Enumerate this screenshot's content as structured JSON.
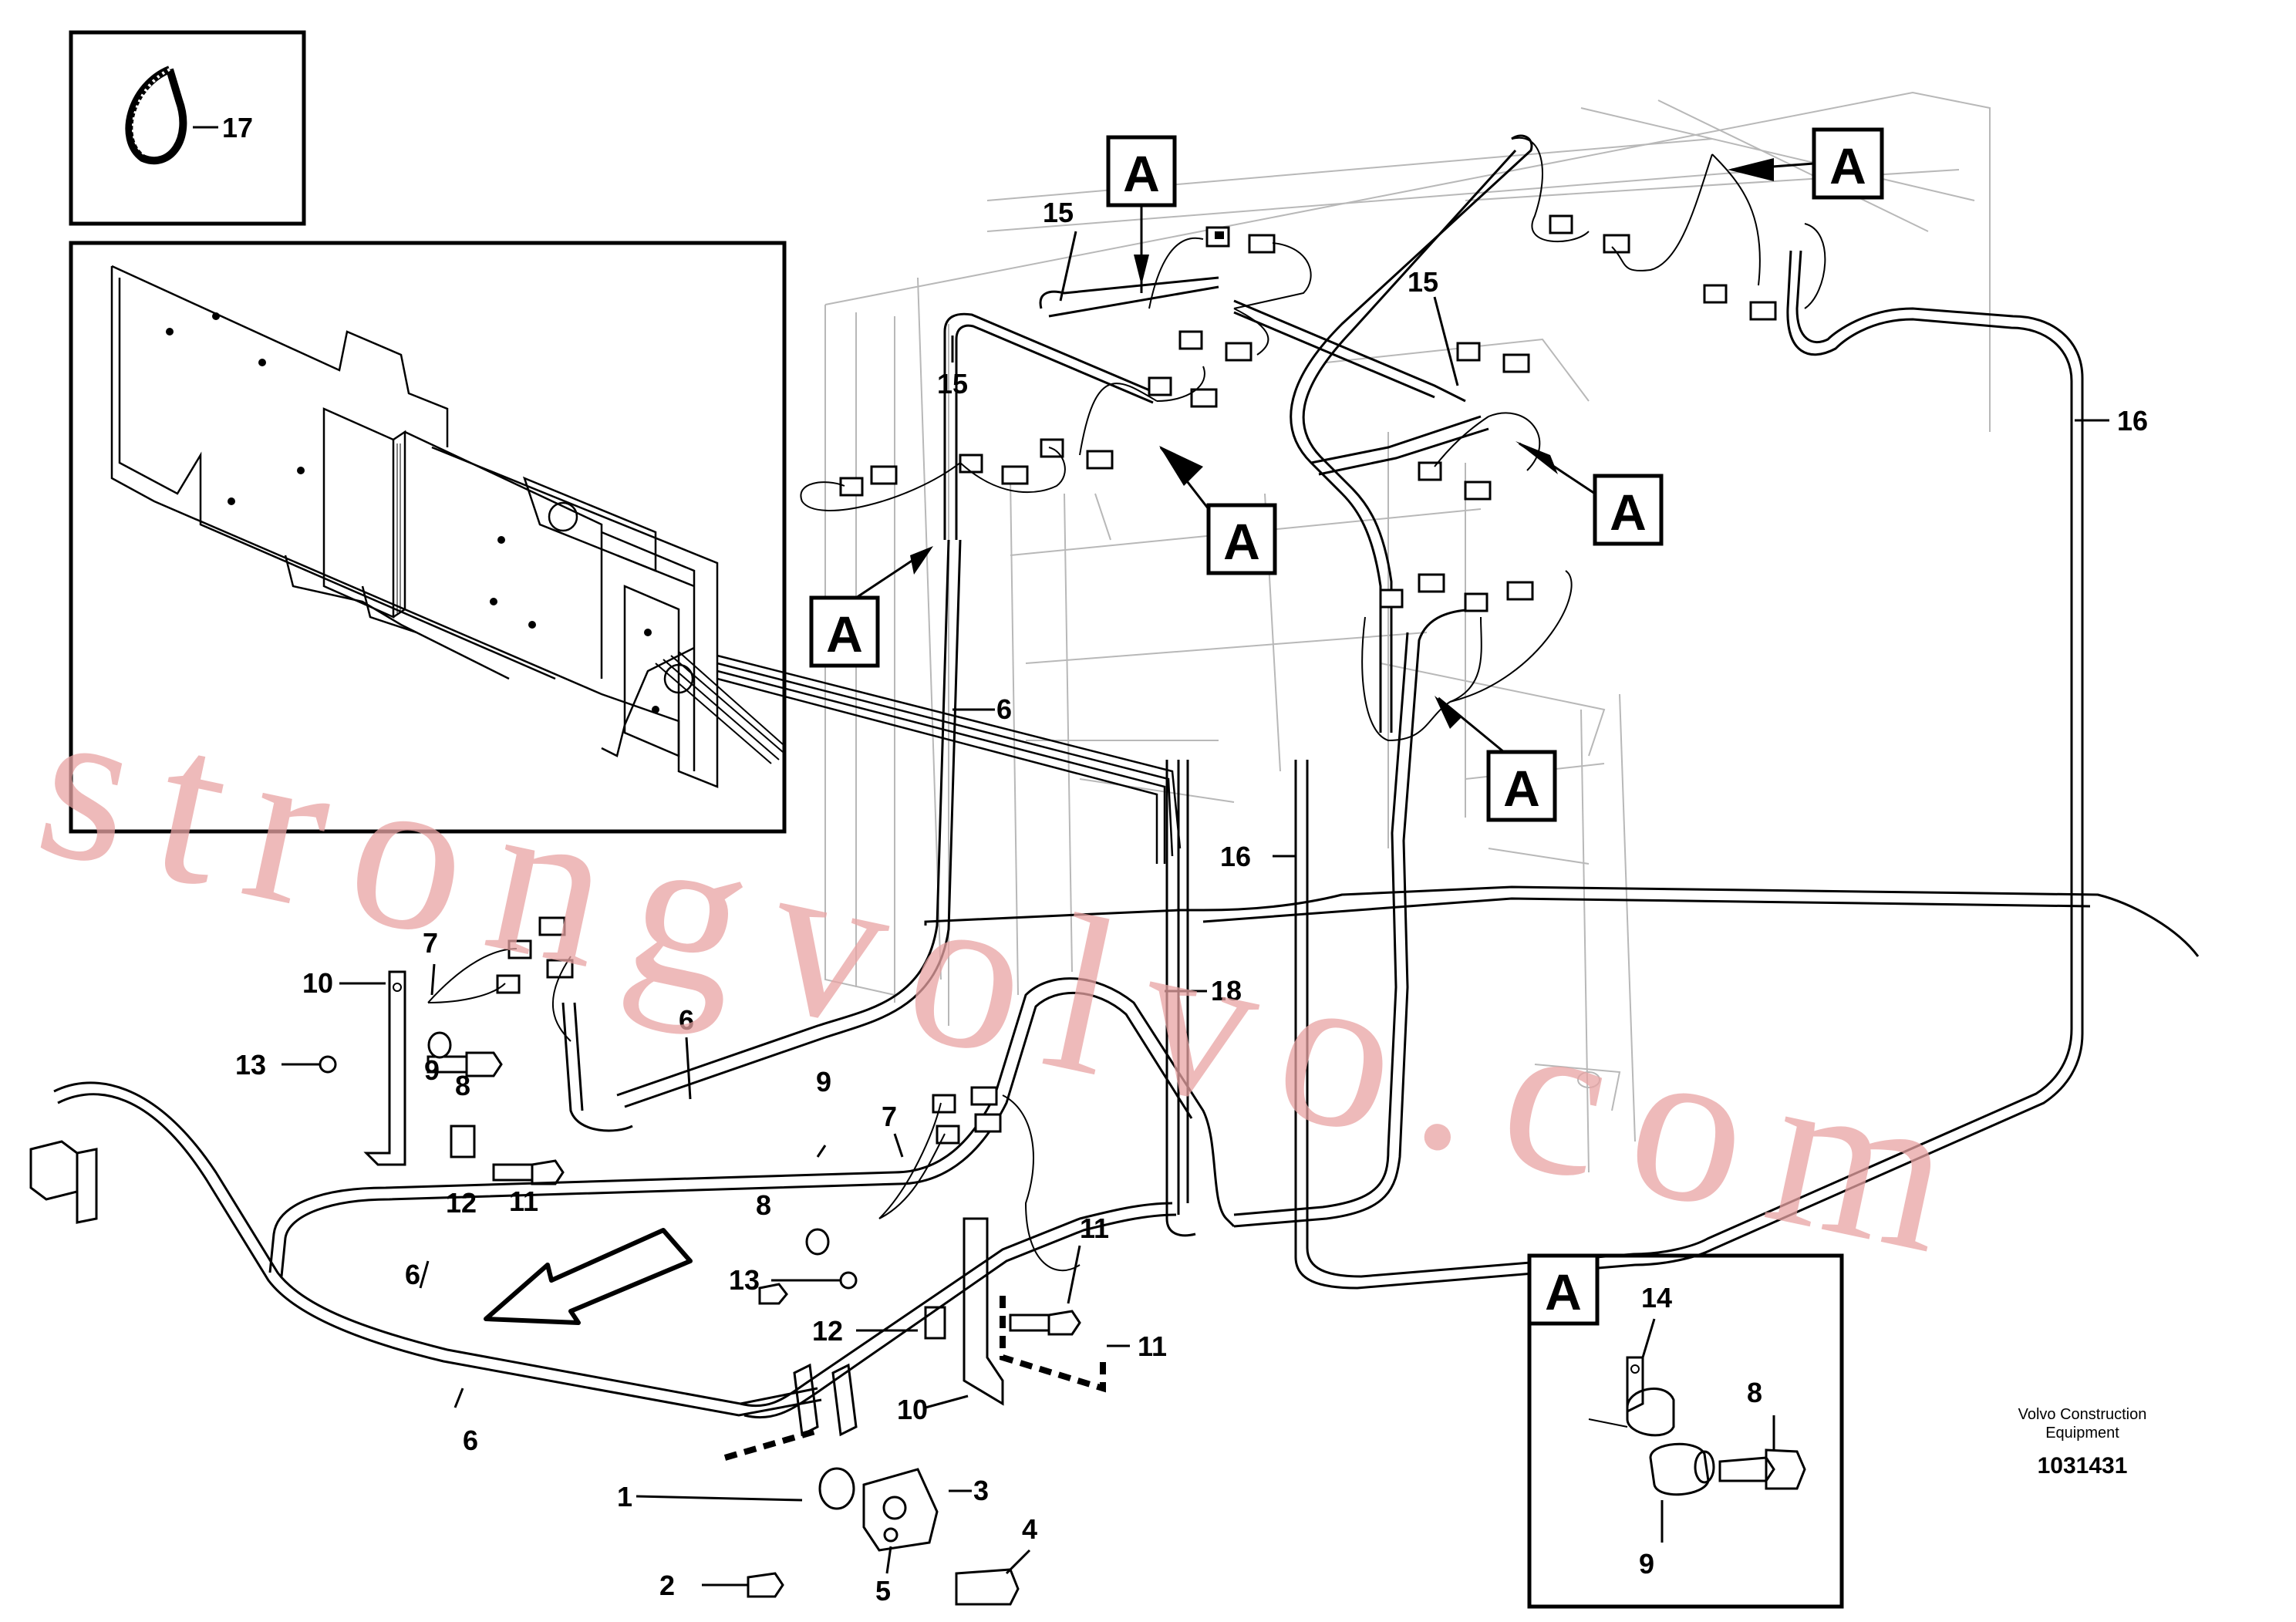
{
  "detail_label": "A",
  "callouts": {
    "c17": "17",
    "c15a": "15",
    "c15b": "15",
    "c15c": "15",
    "c16a": "16",
    "c16b": "16",
    "c6a": "6",
    "c6b": "6",
    "c6c": "6",
    "c6d": "6",
    "c7a": "7",
    "c7b": "7",
    "c9a": "9",
    "c9b": "9",
    "c9c": "9",
    "c8a": "8",
    "c8b": "8",
    "c8c": "8",
    "c10a": "10",
    "c10b": "10",
    "c13a": "13",
    "c13b": "13",
    "c12a": "12",
    "c12b": "12",
    "c11a": "11",
    "c11b": "11",
    "c11c": "11",
    "c18": "18",
    "c14": "14",
    "c1": "1",
    "c2": "2",
    "c3": "3",
    "c4": "4",
    "c5": "5"
  },
  "footer": {
    "company_line1": "Volvo Construction",
    "company_line2": "Equipment",
    "drawing_number": "1031431"
  },
  "watermark": "strongvolvo.com"
}
